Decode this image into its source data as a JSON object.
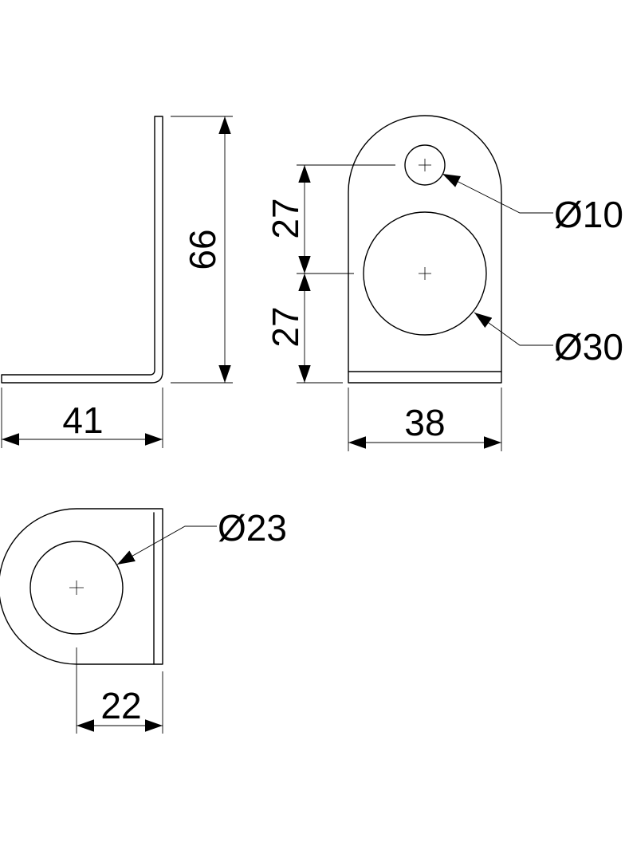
{
  "drawing": {
    "colors": {
      "line": "#000000",
      "background": "#ffffff"
    },
    "dimensions": {
      "side_height": "66",
      "side_width": "41",
      "front_upper_spacing": "27",
      "front_lower_spacing": "27",
      "front_width": "38",
      "small_hole_diameter": "Ø10",
      "large_hole_diameter": "Ø30",
      "top_hole_diameter": "Ø23",
      "top_hole_offset": "22"
    }
  }
}
